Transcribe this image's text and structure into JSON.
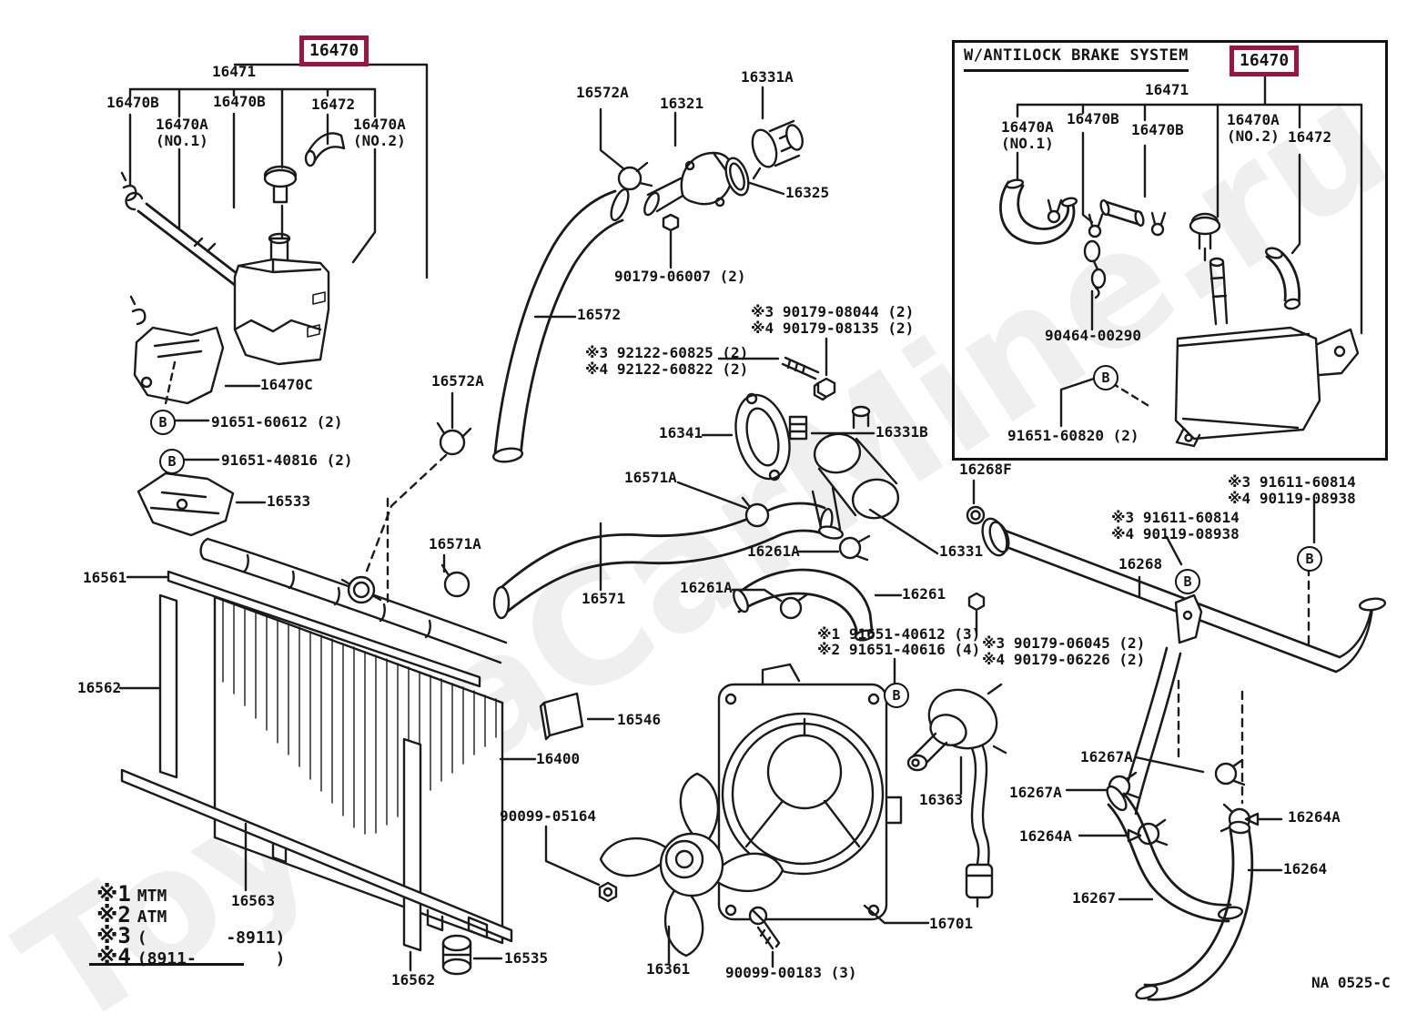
{
  "accent_color": "#9E1440",
  "watermark": "ToyotaCarMine.ru",
  "footer_code": "NA 0525-C",
  "b": "B",
  "abs_box": {
    "title": "W/ANTILOCK BRAKE SYSTEM",
    "highlight": "16470",
    "labels": {
      "t16471": "16471",
      "t16470A_no1": "16470A\n(NO.1)",
      "t16470B_1": "16470B",
      "t16470B_2": "16470B",
      "t16470A_no2": "16470A\n(NO.2)",
      "t16472": "16472",
      "t90464": "90464-00290",
      "t91651_60820": "91651-60820 (2)"
    }
  },
  "labels": {
    "main16470": "16470",
    "t16471": "16471",
    "t16470B_1": "16470B",
    "t16470A_no1": "16470A\n(NO.1)",
    "t16470B_2": "16470B",
    "t16472": "16472",
    "t16470A_no2": "16470A\n(NO.2)",
    "t16470C": "16470C",
    "t91651_60612": "91651-60612 (2)",
    "t91651_40816": "91651-40816 (2)",
    "t16533": "16533",
    "t16561": "16561",
    "t16562_l": "16562",
    "t16563": "16563",
    "t16572A_top": "16572A",
    "t16321": "16321",
    "t16331A": "16331A",
    "t16325": "16325",
    "t90179_06007": "90179-06007 (2)",
    "t16572": "16572",
    "t90179_08044": "※3 90179-08044 (2)",
    "t90179_08135": "※4 90179-08135 (2)",
    "t92122_60825": "※3 92122-60825 (2)",
    "t92122_60822": "※4 92122-60822 (2)",
    "t16341": "16341",
    "t16331B": "16331B",
    "t16571A_up": "16571A",
    "t16572A_low": "16572A",
    "t16571A_low": "16571A",
    "t16571": "16571",
    "t16261A_1": "16261A",
    "t16331": "16331",
    "t16261A_2": "16261A",
    "t16261": "16261",
    "t91651_40612": "※1 91651-40612 (3)",
    "t91651_40616": "※2 91651-40616 (4)",
    "t16268F": "16268F",
    "t91611_60814_r": "※3 91611-60814",
    "t90119_08938_r": "※4 90119-08938",
    "t91611_60814_m": "※3 91611-60814",
    "t90119_08938_m": "※4 90119-08938",
    "t16268": "16268",
    "t90179_06045": "※3 90179-06045 (2)",
    "t90179_06226": "※4 90179-06226 (2)",
    "t16546": "16546",
    "t16400": "16400",
    "t90099_05164": "90099-05164",
    "t16535": "16535",
    "t16562_b": "16562",
    "t16361": "16361",
    "t90099_00183": "90099-00183 (3)",
    "t16701": "16701",
    "t16363": "16363",
    "t16267A_1": "16267A",
    "t16267A_2": "16267A",
    "t16264A_l": "16264A",
    "t16267": "16267",
    "t16264A_r": "16264A",
    "t16264": "16264"
  },
  "legend": {
    "rows": [
      {
        "mark": "※1",
        "text": "MTM"
      },
      {
        "mark": "※2",
        "text": "ATM"
      },
      {
        "mark": "※3",
        "text": "(        -8911)"
      },
      {
        "mark": "※4",
        "text": "(8911-        )"
      }
    ]
  }
}
